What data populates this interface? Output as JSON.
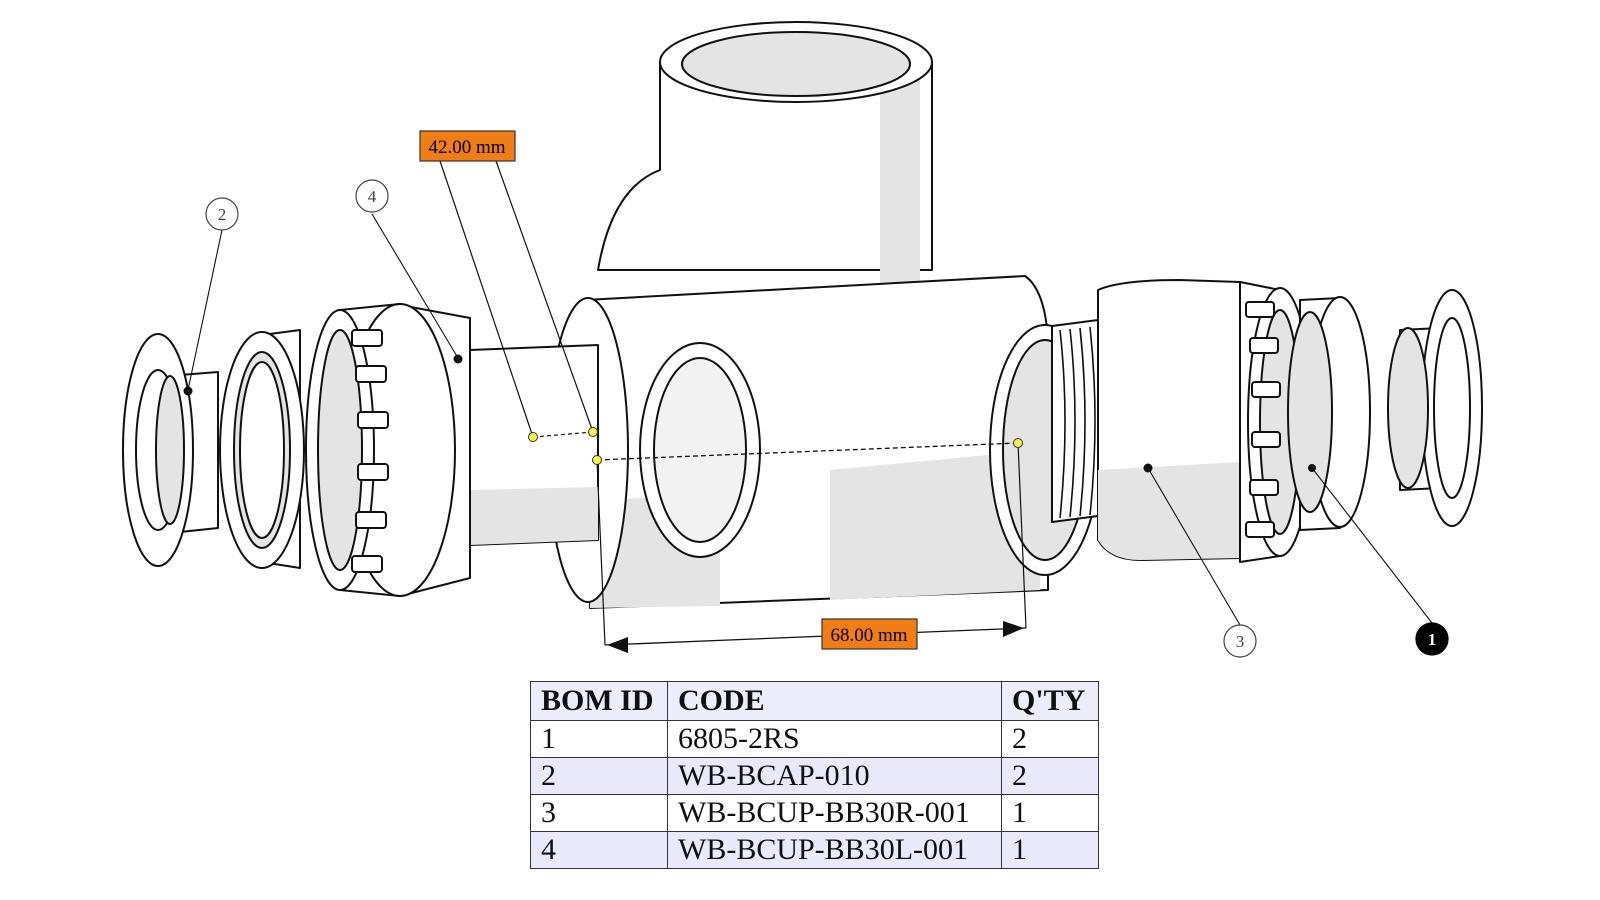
{
  "dimensions": {
    "bore_diameter": "42.00 mm",
    "shell_width": "68.00 mm"
  },
  "balloons": [
    "1",
    "2",
    "3",
    "4"
  ],
  "bom": {
    "headers": [
      "BOM ID",
      "CODE",
      "Q'TY"
    ],
    "rows": [
      {
        "id": "1",
        "code": "6805-2RS",
        "qty": "2"
      },
      {
        "id": "2",
        "code": "WB-BCAP-010",
        "qty": "2"
      },
      {
        "id": "3",
        "code": "WB-BCUP-BB30R-001",
        "qty": "1"
      },
      {
        "id": "4",
        "code": "WB-BCUP-BB30L-001",
        "qty": "1"
      }
    ]
  },
  "colors": {
    "dimension_tag": "#f07d16",
    "measure_point": "#f5f04a",
    "shade": "#e4e4e4",
    "table_header_bg": "#ececfb",
    "table_alt_row_bg": "#e9e9fb"
  }
}
